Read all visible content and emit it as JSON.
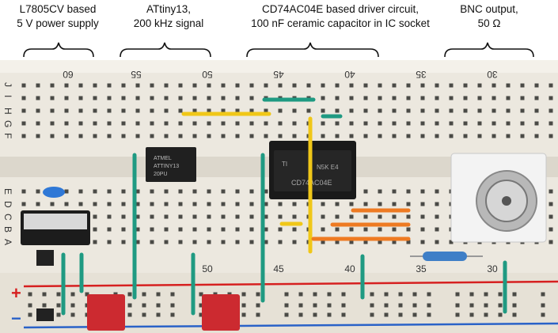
{
  "annotations": [
    {
      "line1": "L7805CV based",
      "line2": "5 V power supply"
    },
    {
      "line1": "ATtiny13,",
      "line2": "200 kHz signal"
    },
    {
      "line1": "CD74AC04E based driver circuit,",
      "line2": "100 nF ceramic capacitor in IC socket"
    },
    {
      "line1": "BNC output,",
      "line2": "50 Ω"
    }
  ],
  "board": {
    "column_numbers_top": [
      "60",
      "55",
      "50",
      "45",
      "40",
      "35",
      "30"
    ],
    "column_numbers_bottom": [
      "50",
      "45",
      "40",
      "35",
      "30"
    ],
    "row_letters_top": [
      "J",
      "I",
      "H",
      "G",
      "F"
    ],
    "row_letters_bottom": [
      "E",
      "D",
      "C",
      "B",
      "A"
    ],
    "rail_plus": "+",
    "rail_minus": "−"
  },
  "chips": {
    "attiny_text": [
      "ATMEL",
      "ATTINY13",
      "20PU"
    ],
    "cd74_text": [
      "TI",
      "N5K E4",
      "CD74AC04E"
    ]
  },
  "colors": {
    "board": "#ece8df",
    "hole": "#4a4a46",
    "rail_red": "#d62020",
    "rail_blue": "#2a62c8",
    "wire_green": "#1f9a82",
    "wire_yellow": "#f0c718",
    "wire_orange": "#ee7a22",
    "button_red": "#cc2a30",
    "chip": "#202020"
  }
}
